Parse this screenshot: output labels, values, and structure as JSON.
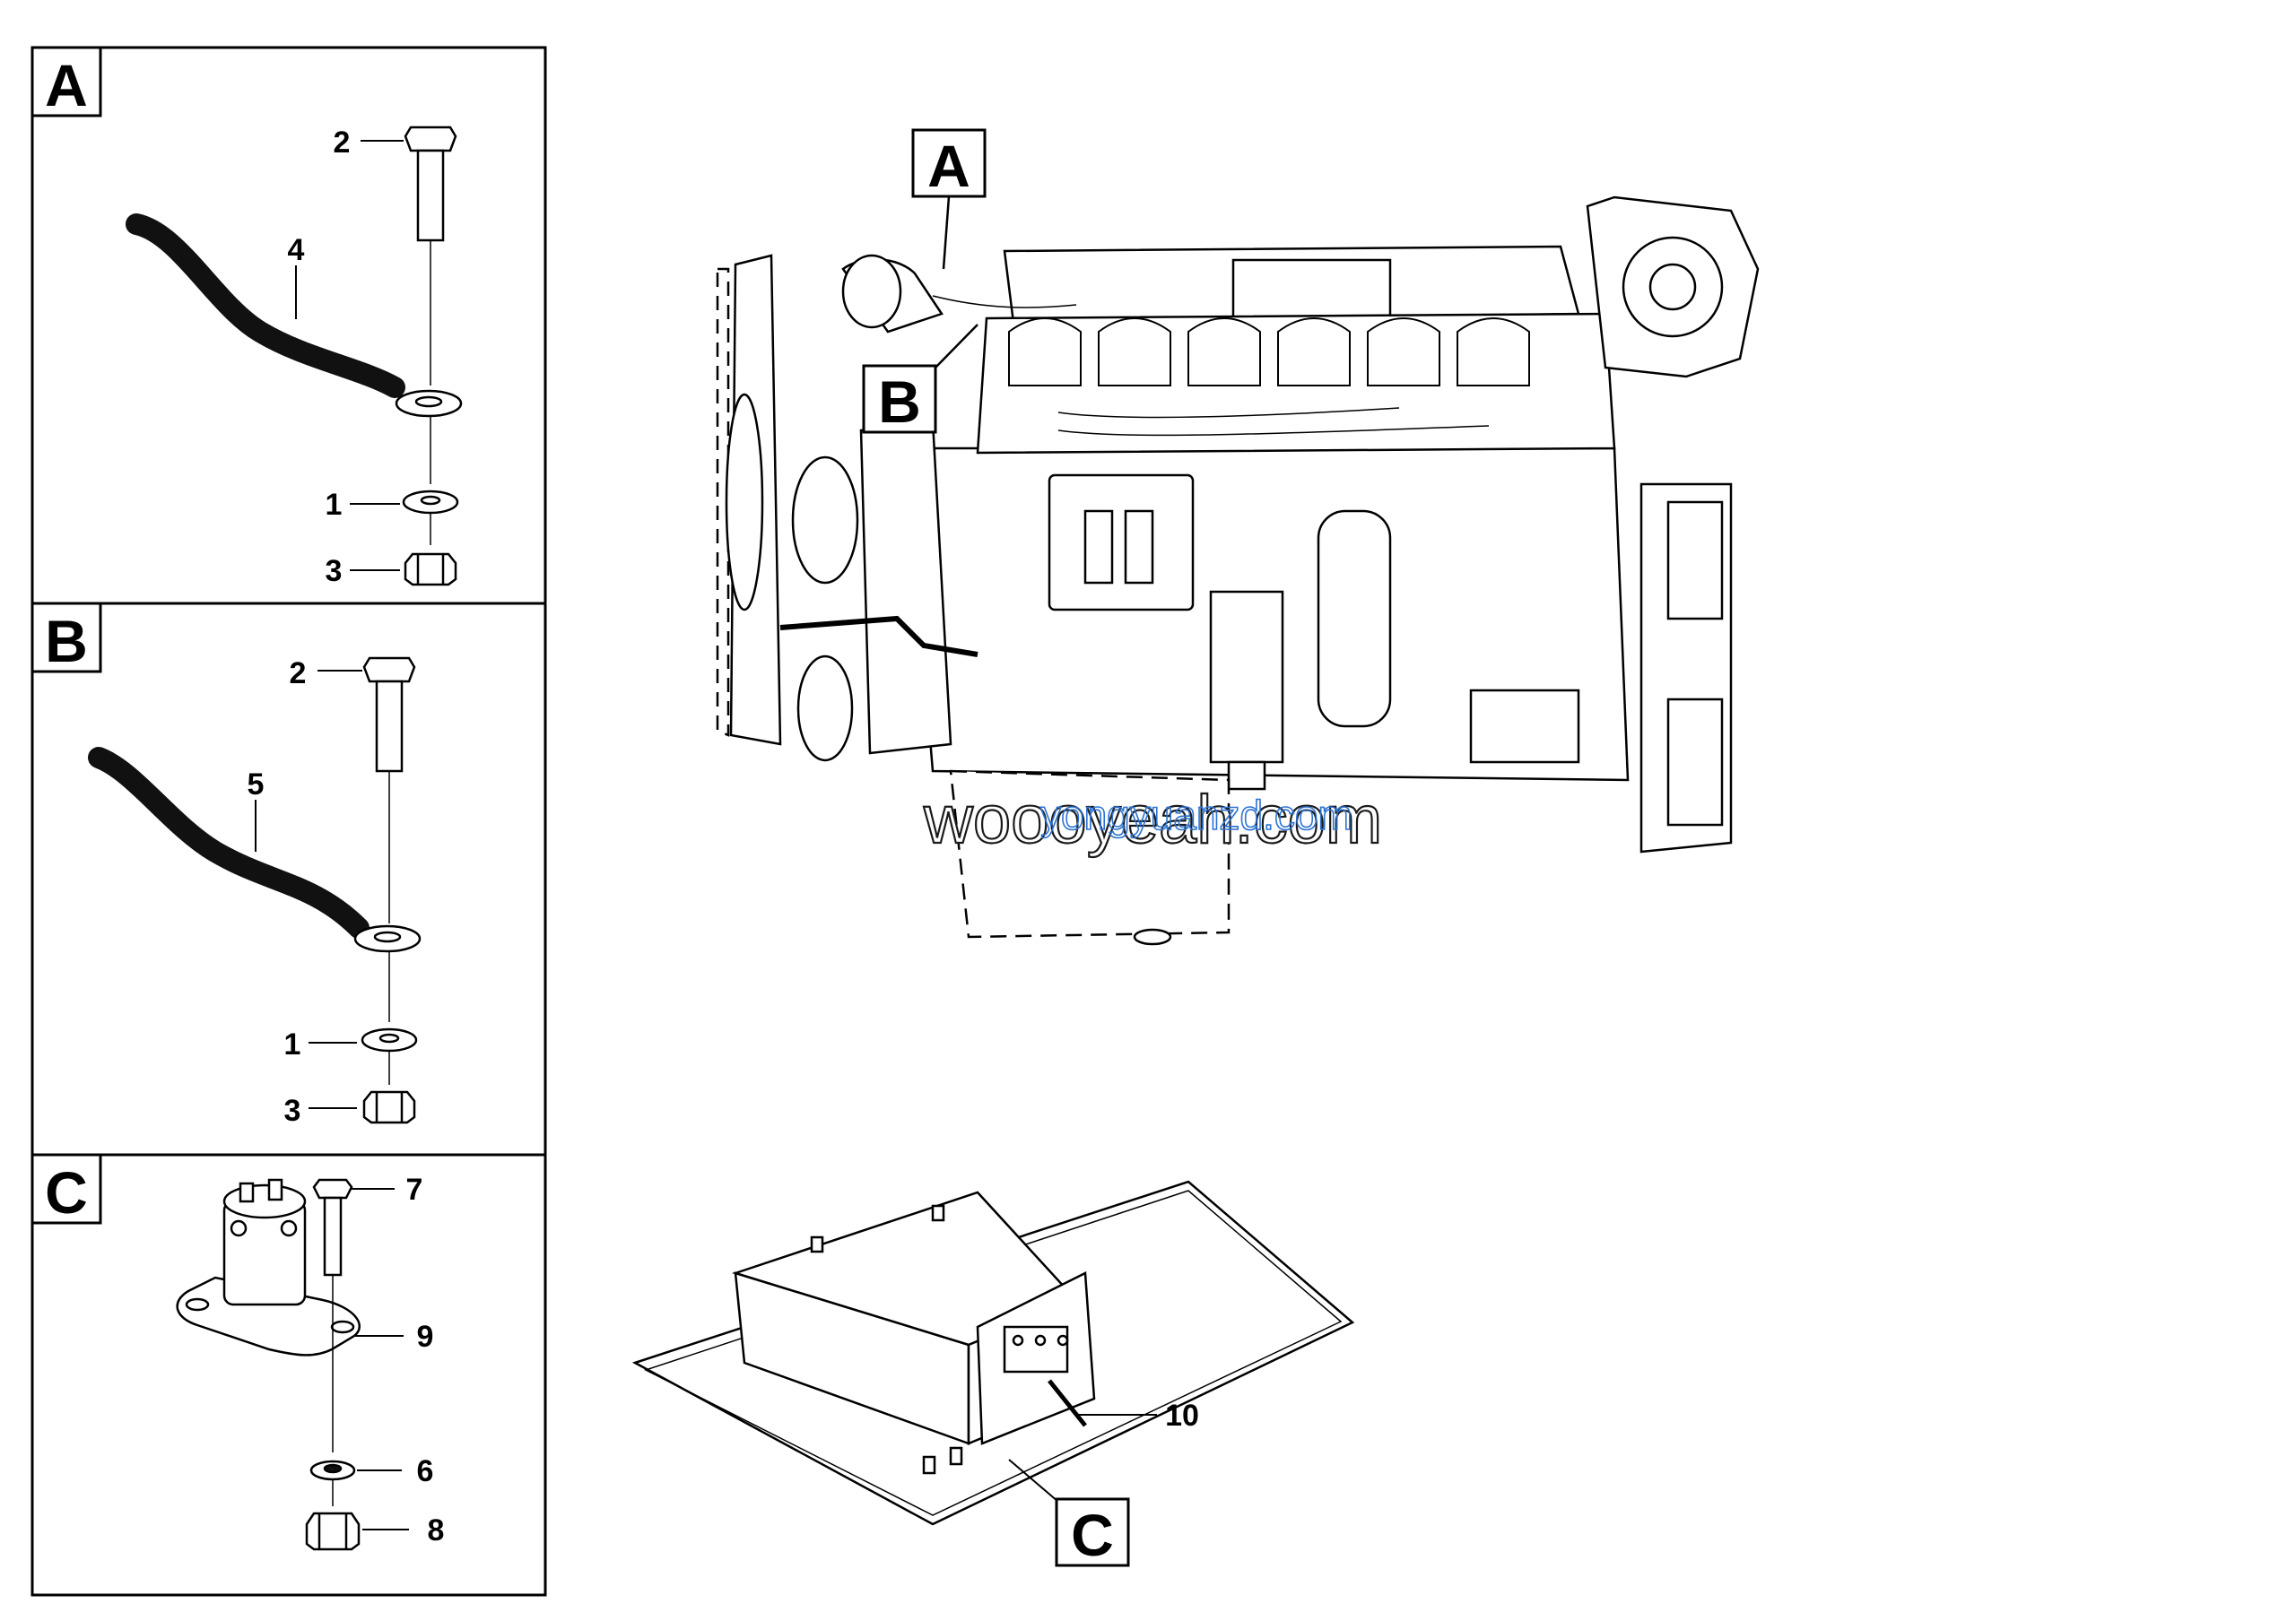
{
  "panels": [
    {
      "letter": "A",
      "callouts": [
        "2",
        "4",
        "1",
        "3"
      ]
    },
    {
      "letter": "B",
      "callouts": [
        "2",
        "5",
        "1",
        "3"
      ]
    },
    {
      "letter": "C",
      "callouts": [
        "7",
        "9",
        "6",
        "8"
      ]
    }
  ],
  "main_view": {
    "markers": [
      "A",
      "B",
      "C"
    ],
    "callout_battery": "10"
  },
  "watermark": {
    "primary": "woooyeah.com",
    "secondary": "yongyuanzd.com"
  }
}
